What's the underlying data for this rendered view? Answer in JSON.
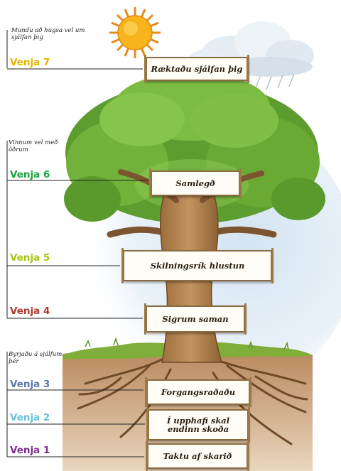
{
  "sections": {
    "top_note": "Mundu að hugsa vel um\nsjálfan þig",
    "middle_note": "Vinnum vel með\nöðrum",
    "bottom_note": "Byrjaðu á sjálfum\nþér"
  },
  "habits": [
    {
      "label": "Venja 7",
      "color": "#e8b400",
      "sign": "Ræktaðu sjálfan þig"
    },
    {
      "label": "Venja 6",
      "color": "#1aa33c",
      "sign": "Samlegð"
    },
    {
      "label": "Venja 5",
      "color": "#a8c613",
      "sign": "Skilningsrík hlustun"
    },
    {
      "label": "Venja 4",
      "color": "#b03a2e",
      "sign": "Sigrum saman"
    },
    {
      "label": "Venja 3",
      "color": "#5a78a8",
      "sign": "Forgangsraðaðu"
    },
    {
      "label": "Venja 2",
      "color": "#6cc0d8",
      "sign": "Í upphafi skal\nendinn skoða"
    },
    {
      "label": "Venja 1",
      "color": "#7b2f8c",
      "sign": "Taktu af skarið"
    }
  ]
}
